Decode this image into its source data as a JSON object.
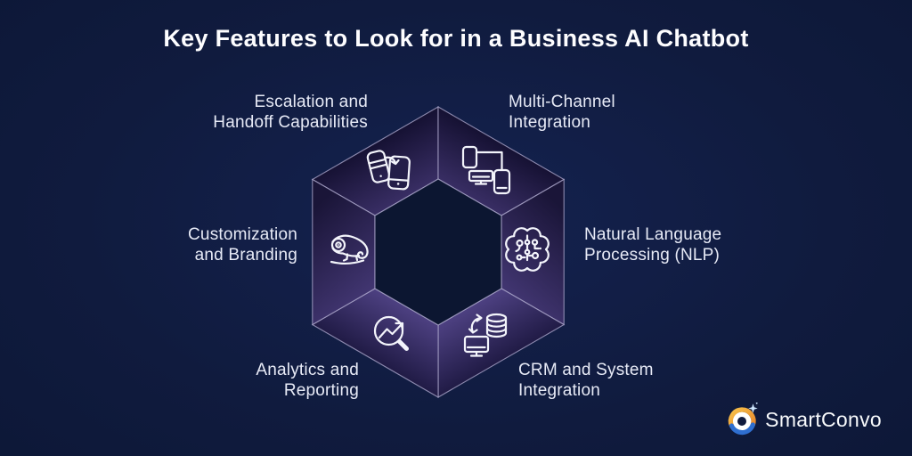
{
  "title": "Key Features to Look for in a Business AI Chatbot",
  "features": [
    {
      "id": "escalation",
      "label_line1": "Escalation and",
      "label_line2": "Handoff Capabilities",
      "icon": "phone-handoff-icon"
    },
    {
      "id": "multichannel",
      "label_line1": "Multi-Channel",
      "label_line2": "Integration",
      "icon": "multi-device-icon"
    },
    {
      "id": "customization",
      "label_line1": "Customization",
      "label_line2": "and Branding",
      "icon": "chameleon-icon"
    },
    {
      "id": "nlp",
      "label_line1": "Natural Language",
      "label_line2": "Processing (NLP)",
      "icon": "ai-brain-icon"
    },
    {
      "id": "analytics",
      "label_line1": "Analytics and",
      "label_line2": "Reporting",
      "icon": "magnifier-trend-icon"
    },
    {
      "id": "crm",
      "label_line1": "CRM and System",
      "label_line2": "Integration",
      "icon": "database-sync-icon"
    }
  ],
  "brand": {
    "name": "SmartConvo"
  },
  "colors": {
    "background": "#101b3e",
    "title_text": "#fdfdff",
    "label_text": "#e7eaf6",
    "hexagon_line": "#aaa5c9",
    "segment_purple_bright": "#4f4284",
    "segment_purple_dark": "#141031",
    "icon_stroke": "#f3f4fb",
    "logo_orange": "#f2a93b",
    "logo_blue": "#2f6fd0",
    "logo_sparkle": "#cfe7ff"
  }
}
